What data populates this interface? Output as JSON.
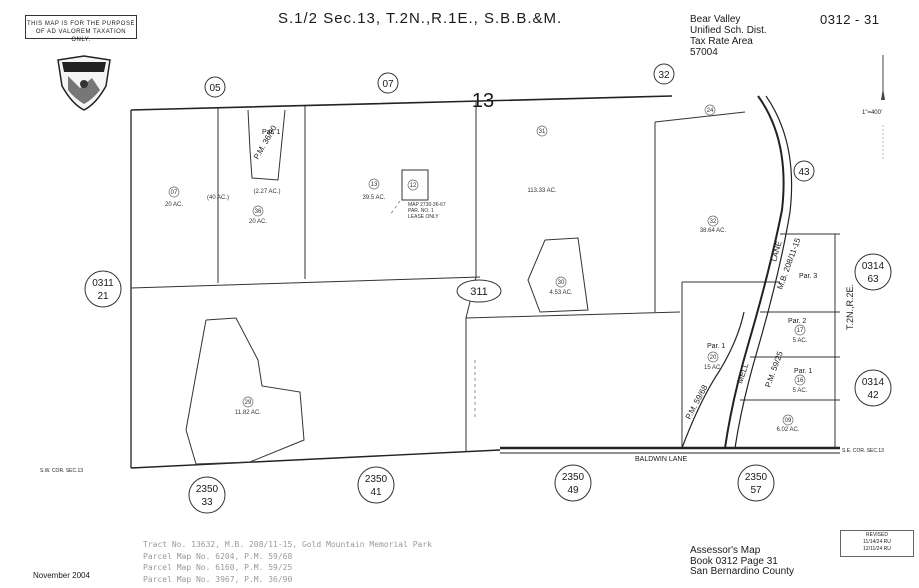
{
  "header": {
    "purpose_notice": [
      "THIS MAP IS FOR THE PURPOSE",
      "OF AD VALOREM TAXATION ONLY."
    ],
    "title": "S.1/2 Sec.13, T.2N.,R.1E., S.B.B.&M.",
    "district": [
      "Bear Valley",
      "Unified Sch. Dist.",
      "Tax Rate Area",
      "57004"
    ],
    "book_page": "0312 - 31"
  },
  "scale": {
    "label": "1\"=400'"
  },
  "section": {
    "number": "13",
    "range": "T.2N.,R.2E."
  },
  "road": {
    "name": "BALDWIN LANE"
  },
  "corners": {
    "sw": "S.W. COR. SEC.13",
    "se": "S.E. COR. SEC.13"
  },
  "center_label": "311",
  "pages": {
    "p05": "05",
    "p07": "07",
    "p32": "32",
    "p43": "43",
    "p0311": [
      "0311",
      "21"
    ],
    "p0314a": [
      "0314",
      "63"
    ],
    "p0314b": [
      "0314",
      "42"
    ],
    "p2350_33": [
      "2350",
      "33"
    ],
    "p2350_41": [
      "2350",
      "41"
    ],
    "p2350_49": [
      "2350",
      "49"
    ],
    "p2350_57": [
      "2350",
      "57"
    ]
  },
  "parcels": {
    "p07": "07",
    "p07_area": "20 AC.",
    "p07b_area": "(40 AC.)",
    "p36": "36",
    "p36_area": "20 AC.",
    "p13": "13",
    "p13_area": "39.5 AC.",
    "p12": "12",
    "p31": "31",
    "p31_area": "113.33 AC.",
    "p32": "32",
    "p32_area": "38.64 AC.",
    "p24": "24",
    "p30": "30",
    "p30_area": "4.53 AC.",
    "p29": "29",
    "p29_area": "11.82 AC.",
    "p20": "20",
    "p20_area": "15 AC.",
    "p17": "17",
    "p17_area": "5 AC.",
    "p16": "16",
    "p16_area": "5 AC.",
    "p09": "09",
    "p09_area": "6.02 AC.",
    "par1_nw": "Par. 1",
    "par1_nw_area": "(2.27 AC.)",
    "par1_mid": "Par. 1",
    "par2": "Par. 2",
    "par3": "Par. 3",
    "par1_se": "Par. 1"
  },
  "notes": {
    "lease": [
      "MAP 2730-36-67",
      "PAR. NO. 1",
      "LEASE ONLY"
    ],
    "pm_3690": "P.M. 36/90",
    "pm_5968": "P.M. 59/68",
    "pm_5925": "P.M. 59/25",
    "mb": "M.B. 208/11-15",
    "lane": "LANE",
    "mell": "MELL"
  },
  "references": [
    "Tract No. 13632, M.B. 208/11-15, Gold Mountain Memorial Park",
    "Parcel Map No. 6204, P.M. 59/68",
    "Parcel Map No. 6160, P.M. 59/25",
    "Parcel Map No. 3967, P.M. 36/90"
  ],
  "revised": [
    "REVISED",
    "11/14/24 RU",
    "12/11/24 RU"
  ],
  "date": "November 2004",
  "assessor": [
    "Assessor's Map",
    "Book 0312 Page 31",
    "San Bernardino County"
  ]
}
